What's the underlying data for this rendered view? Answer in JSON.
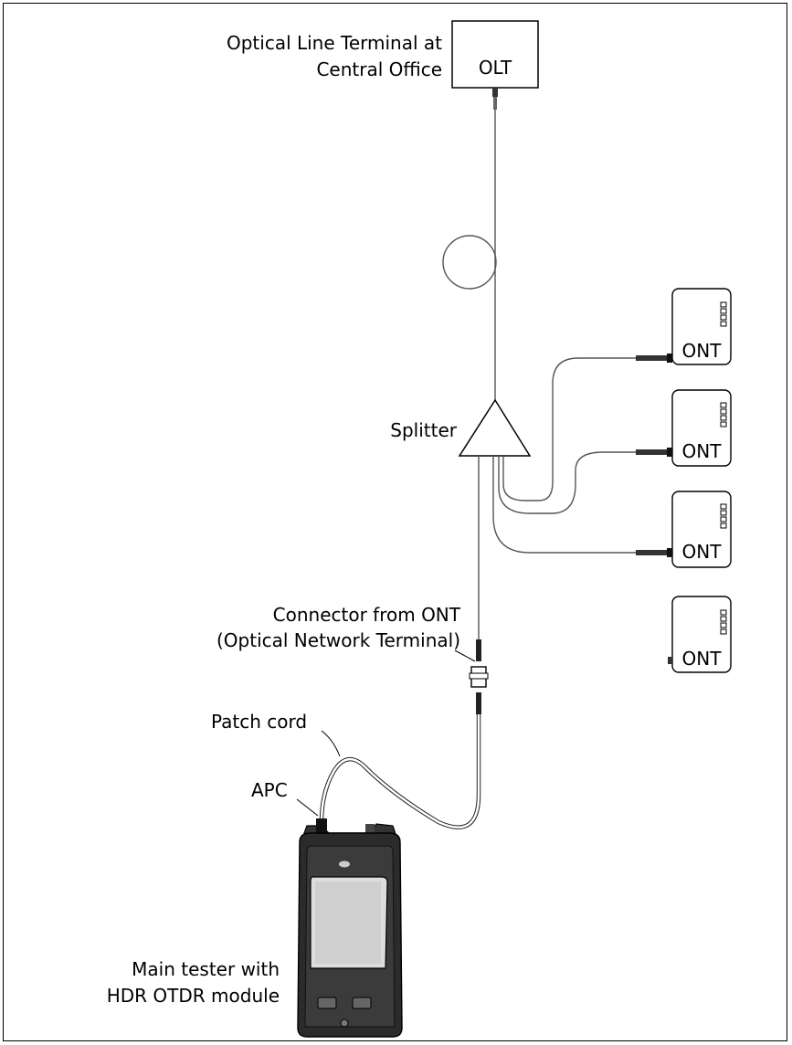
{
  "olt": {
    "caption": [
      "Optical Line Terminal at",
      "Central Office"
    ],
    "label": "OLT"
  },
  "splitter": {
    "label": "Splitter"
  },
  "onts": [
    {
      "label": "ONT"
    },
    {
      "label": "ONT"
    },
    {
      "label": "ONT"
    },
    {
      "label": "ONT"
    }
  ],
  "connector": {
    "caption": [
      "Connector from ONT",
      "(Optical Network Terminal)"
    ]
  },
  "patch_cord": {
    "label": "Patch cord"
  },
  "apc": {
    "label": "APC"
  },
  "tester": {
    "caption": [
      "Main tester with",
      "HDR OTDR module"
    ]
  },
  "colors": {
    "line": "#000000",
    "fiber": "#555555",
    "device_body": "#2b2b2b",
    "screen": "#d9d9d9"
  }
}
